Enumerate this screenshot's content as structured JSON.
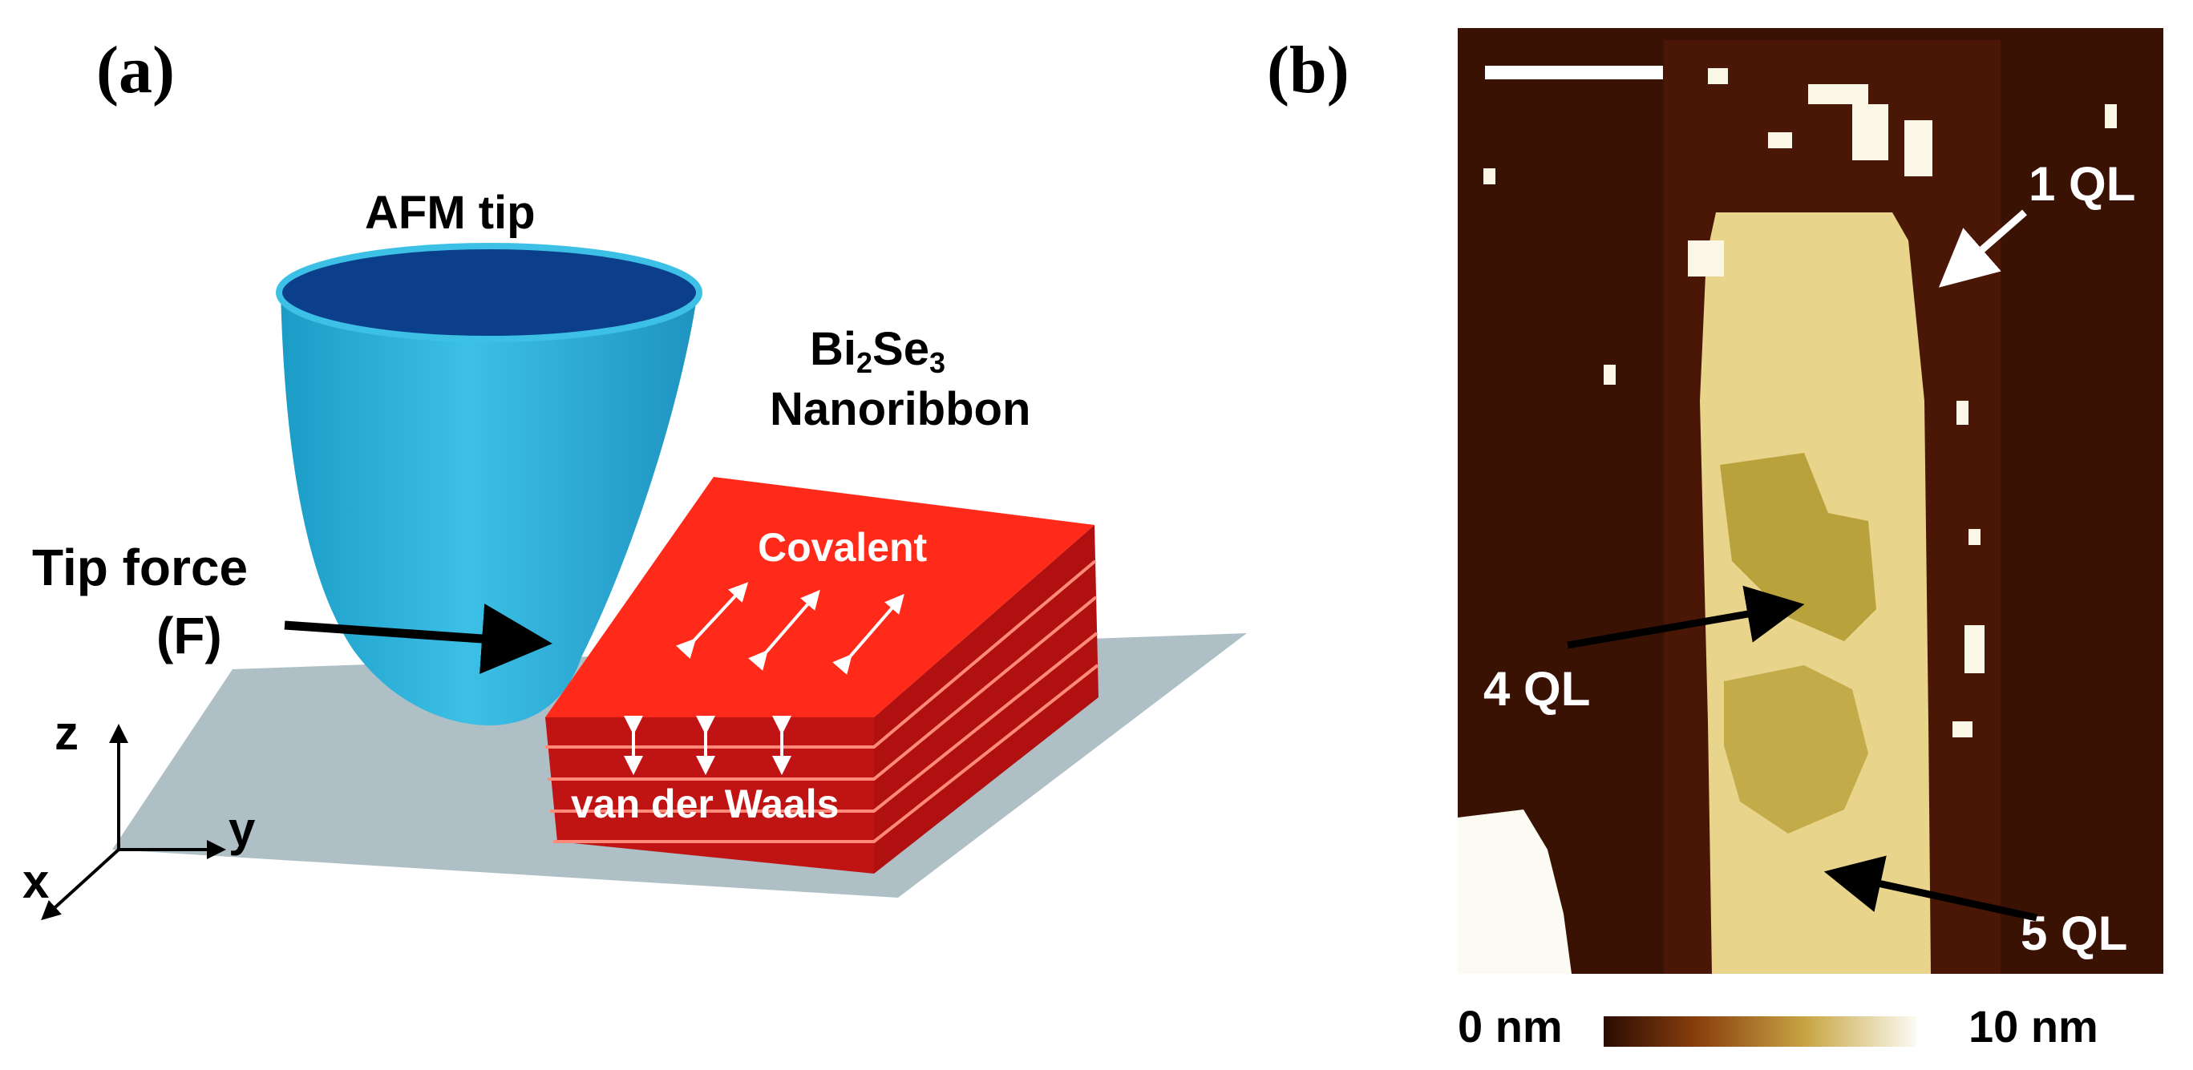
{
  "panel_a": {
    "label": "(a)",
    "tip_label": "AFM tip",
    "material_formula": {
      "bi": "Bi",
      "sub1": "2",
      "se": "Se",
      "sub2": "3"
    },
    "material_name": "Nanoribbon",
    "force_label_line1": "Tip force",
    "force_label_line2": "(F)",
    "covalent_label": "Covalent",
    "vdw_label": "van der Waals",
    "axes": {
      "z": "z",
      "y": "y",
      "x": "x"
    },
    "colors": {
      "tip": "#2eafd8",
      "tip_top": "#0b3f8c",
      "ribbon": "#ff2a1a",
      "substrate": "#aebfc6"
    }
  },
  "panel_b": {
    "label": "(b)",
    "annotations": {
      "one_ql": "1 QL",
      "four_ql": "4 QL",
      "five_ql": "5 QL"
    },
    "colorbar": {
      "min_label": "0 nm",
      "max_label": "10 nm"
    },
    "colors": {
      "background": "#3a1204",
      "ribbon": "#e8d48a",
      "ribbon_dark": "#b9a23c",
      "bar_high": "#fbfbf3"
    }
  }
}
